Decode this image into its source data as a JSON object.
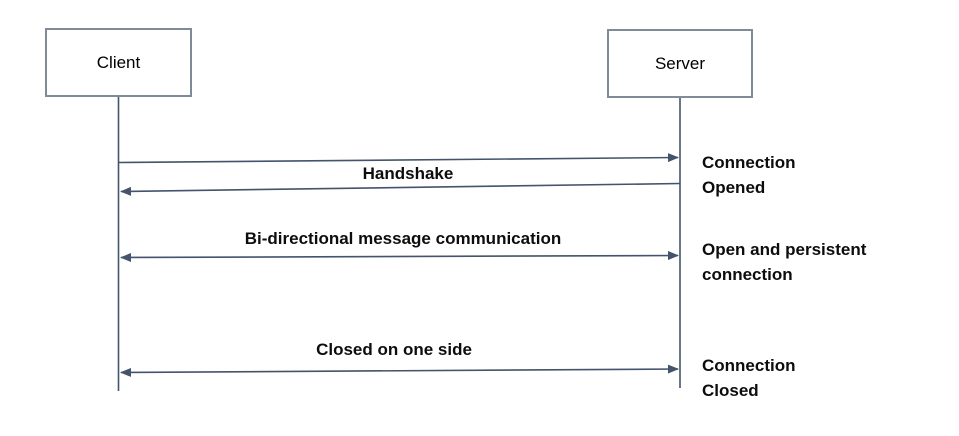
{
  "diagram": {
    "type": "sequence-diagram",
    "actors": [
      {
        "id": "client",
        "label": "Client"
      },
      {
        "id": "server",
        "label": "Server"
      }
    ],
    "messages": [
      {
        "id": "handshake",
        "label": "Handshake",
        "direction": "request-response",
        "from": "Client",
        "to": "Server"
      },
      {
        "id": "bidirectional",
        "label": "Bi-directional message communication",
        "direction": "bidirectional",
        "from": "Client",
        "to": "Server"
      },
      {
        "id": "closed",
        "label": "Closed on one side",
        "direction": "bidirectional",
        "from": "Client",
        "to": "Server"
      }
    ],
    "annotations": [
      {
        "id": "connection-opened",
        "label": "Connection Opened"
      },
      {
        "id": "open-persistent",
        "label": "Open and persistent connection"
      },
      {
        "id": "connection-closed",
        "label": "Connection Closed"
      }
    ],
    "colors": {
      "line": "#44546A",
      "box_border": "#808B98",
      "text": "#000000",
      "background": "#FFFFFF"
    }
  }
}
